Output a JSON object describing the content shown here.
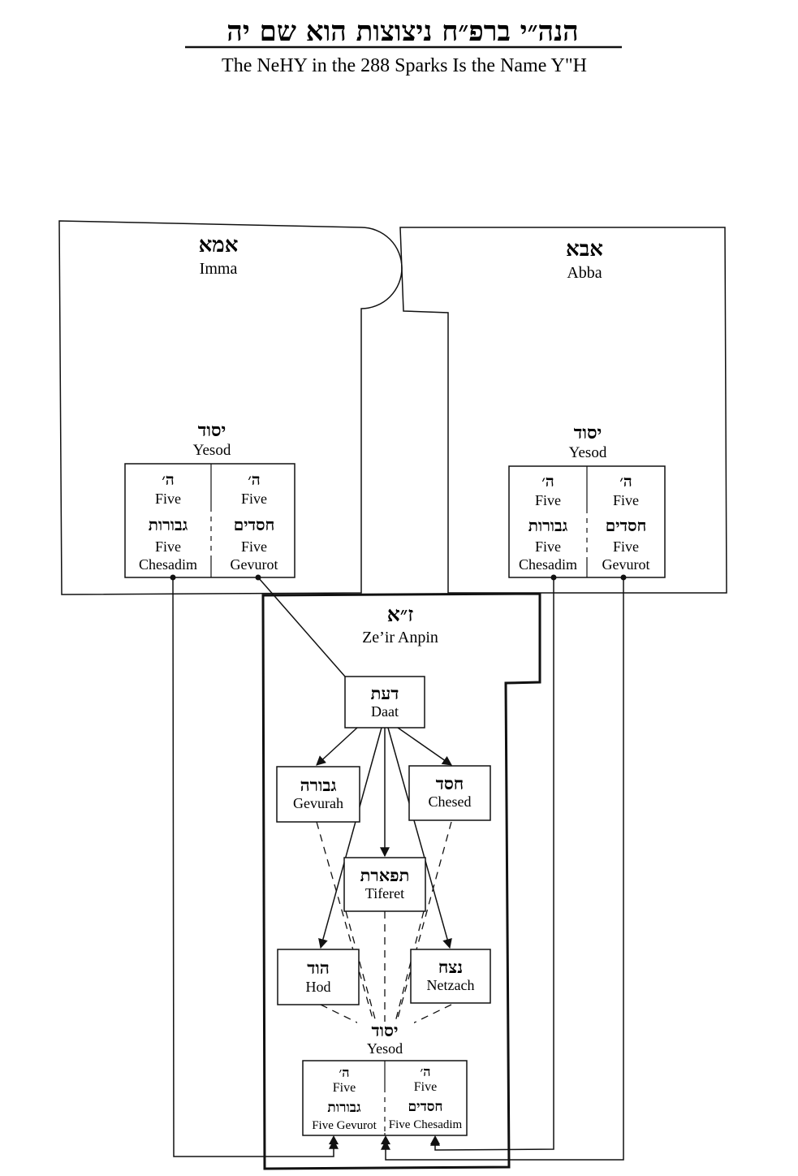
{
  "title": {
    "hebrew": "הנה״י ברפ״ח ניצוצות הוא שם יה",
    "english": "The NeHY in the 288 Sparks Is the Name Y\"H"
  },
  "imma": {
    "hebrew": "אמא",
    "english": "Imma",
    "yesod": {
      "hebrew": "יסוד",
      "english": "Yesod",
      "left": {
        "heb_top": "ה׳",
        "en_top": "Five",
        "heb_bottom": "גבורות",
        "en_bottom_1": "Five",
        "en_bottom_2": "Chesadim"
      },
      "right": {
        "heb_top": "ה׳",
        "en_top": "Five",
        "heb_bottom": "חסדים",
        "en_bottom_1": "Five",
        "en_bottom_2": "Gevurot"
      }
    }
  },
  "abba": {
    "hebrew": "אבא",
    "english": "Abba",
    "yesod": {
      "hebrew": "יסוד",
      "english": "Yesod",
      "left": {
        "heb_top": "ה׳",
        "en_top": "Five",
        "heb_bottom": "גבורות",
        "en_bottom_1": "Five",
        "en_bottom_2": "Chesadim"
      },
      "right": {
        "heb_top": "ה׳",
        "en_top": "Five",
        "heb_bottom": "חסדים",
        "en_bottom_1": "Five",
        "en_bottom_2": "Gevurot"
      }
    }
  },
  "zeir_anpin": {
    "hebrew": "ז״א",
    "english": "Ze’ir Anpin",
    "nodes": {
      "daat": {
        "hebrew": "דעת",
        "english": "Daat"
      },
      "gevurah": {
        "hebrew": "גבורה",
        "english": "Gevurah"
      },
      "chesed": {
        "hebrew": "חסד",
        "english": "Chesed"
      },
      "tiferet": {
        "hebrew": "תפארת",
        "english": "Tiferet"
      },
      "hod": {
        "hebrew": "הוד",
        "english": "Hod"
      },
      "netzach": {
        "hebrew": "נצח",
        "english": "Netzach"
      }
    },
    "yesod": {
      "hebrew": "יסוד",
      "english": "Yesod",
      "left": {
        "heb_top": "ה׳",
        "en_top": "Five",
        "heb_bottom": "גבורות",
        "en_bottom": "Five Gevurot"
      },
      "right": {
        "heb_top": "ה׳",
        "en_top": "Five",
        "heb_bottom": "חסדים",
        "en_bottom": "Five Chesadim"
      }
    }
  }
}
